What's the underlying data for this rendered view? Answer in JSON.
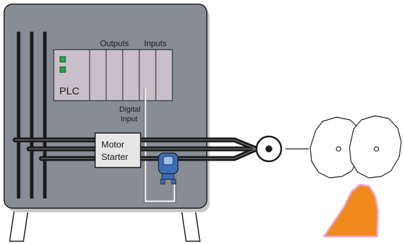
{
  "labels": {
    "plc": "PLC",
    "outputs": "Outputs",
    "inputs": "Inputs",
    "digital_input_line1": "Digital",
    "digital_input_line2": "Input",
    "motor_starter_line1": "Motor",
    "motor_starter_line2": "Starter"
  },
  "colors": {
    "cabinet_fill": "#888c94",
    "cabinet_stroke": "#1a1a1a",
    "plc_fill": "#c8c0c8",
    "plc_leds": "#22aa44",
    "current_sensor": "#3a6fb8",
    "bus_bars": "#1a1a1a",
    "material_pile": "#f08a1c",
    "material_outline": "#f0a0d0"
  }
}
